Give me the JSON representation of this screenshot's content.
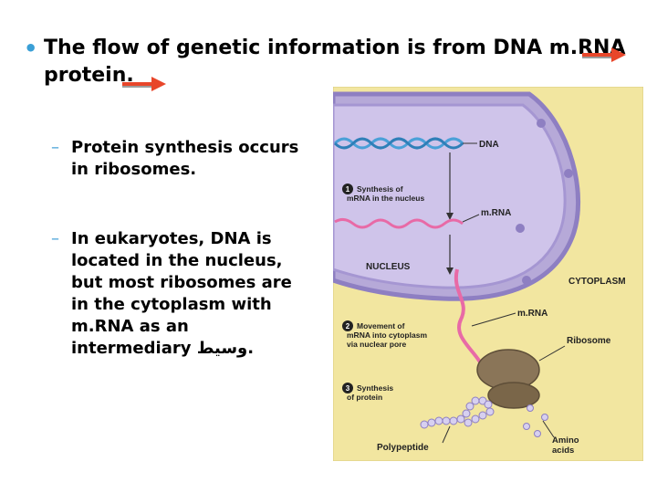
{
  "main_bullet": {
    "text": "The flow of genetic information is from DNA  m.RNA protein."
  },
  "sub_bullets": [
    {
      "text": "Protein synthesis occurs in ribosomes."
    },
    {
      "text": "In eukaryotes, DNA is located in the nucleus, but most ribosomes are in the cytoplasm with m.RNA as an intermediary وسيط."
    }
  ],
  "figure": {
    "labels": {
      "dna": "DNA",
      "mrna_top": "m.RNA",
      "nucleus": "NUCLEUS",
      "cytoplasm": "CYTOPLASM",
      "mrna_bottom": "m.RNA",
      "ribosome": "Ribosome",
      "amino_acids": "Amino acids",
      "polypeptide": "Polypeptide"
    },
    "steps": [
      {
        "number": "1",
        "text": "Synthesis of mRNA in the nucleus"
      },
      {
        "number": "2",
        "text": "Movement of mRNA into cytoplasm via nuclear pore"
      },
      {
        "number": "3",
        "text": "Synthesis of protein"
      }
    ]
  },
  "colors": {
    "bullet": "#3a9fd6",
    "arrow": "#e8462a",
    "cytoplasm": "#f2e6a0",
    "nucleus": "#b6a9d8",
    "mrna": "#e86aa6",
    "dna": "#4aa0d8",
    "ribosome": "#8a7558"
  }
}
